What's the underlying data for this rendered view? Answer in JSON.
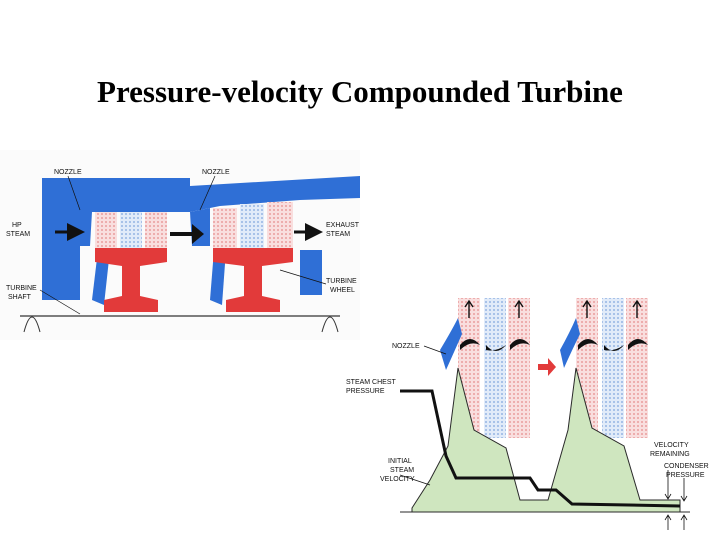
{
  "title": "Pressure-velocity Compounded Turbine",
  "top_figure": {
    "labels": {
      "nozzle_left": "NOZZLE",
      "nozzle_right": "NOZZLE",
      "hp_steam_1": "HP",
      "hp_steam_2": "STEAM",
      "exhaust_1": "EXHAUST",
      "exhaust_2": "STEAM",
      "wheel_1": "TURBINE",
      "wheel_2": "WHEEL",
      "shaft_1": "TURBINE",
      "shaft_2": "SHAFT"
    }
  },
  "bottom_figure": {
    "labels": {
      "nozzle": "NOZZLE",
      "steam_chest_1": "STEAM CHEST",
      "steam_chest_2": "PRESSURE",
      "initial_1": "INITIAL",
      "initial_2": "STEAM",
      "initial_3": "VELOCITY",
      "vel_rem_1": "VELOCITY",
      "vel_rem_2": "REMAINING",
      "condenser_1": "CONDENSER",
      "condenser_2": "PRESSURE"
    }
  },
  "colors": {
    "casing_blue": "#2f6fd6",
    "rotor_red": "#e23a3a",
    "pressure_line": "#111111",
    "velocity_fill": "#cfe6bf",
    "blade_pink": "#f6c8c8",
    "blade_blue": "#c8dcf4"
  }
}
